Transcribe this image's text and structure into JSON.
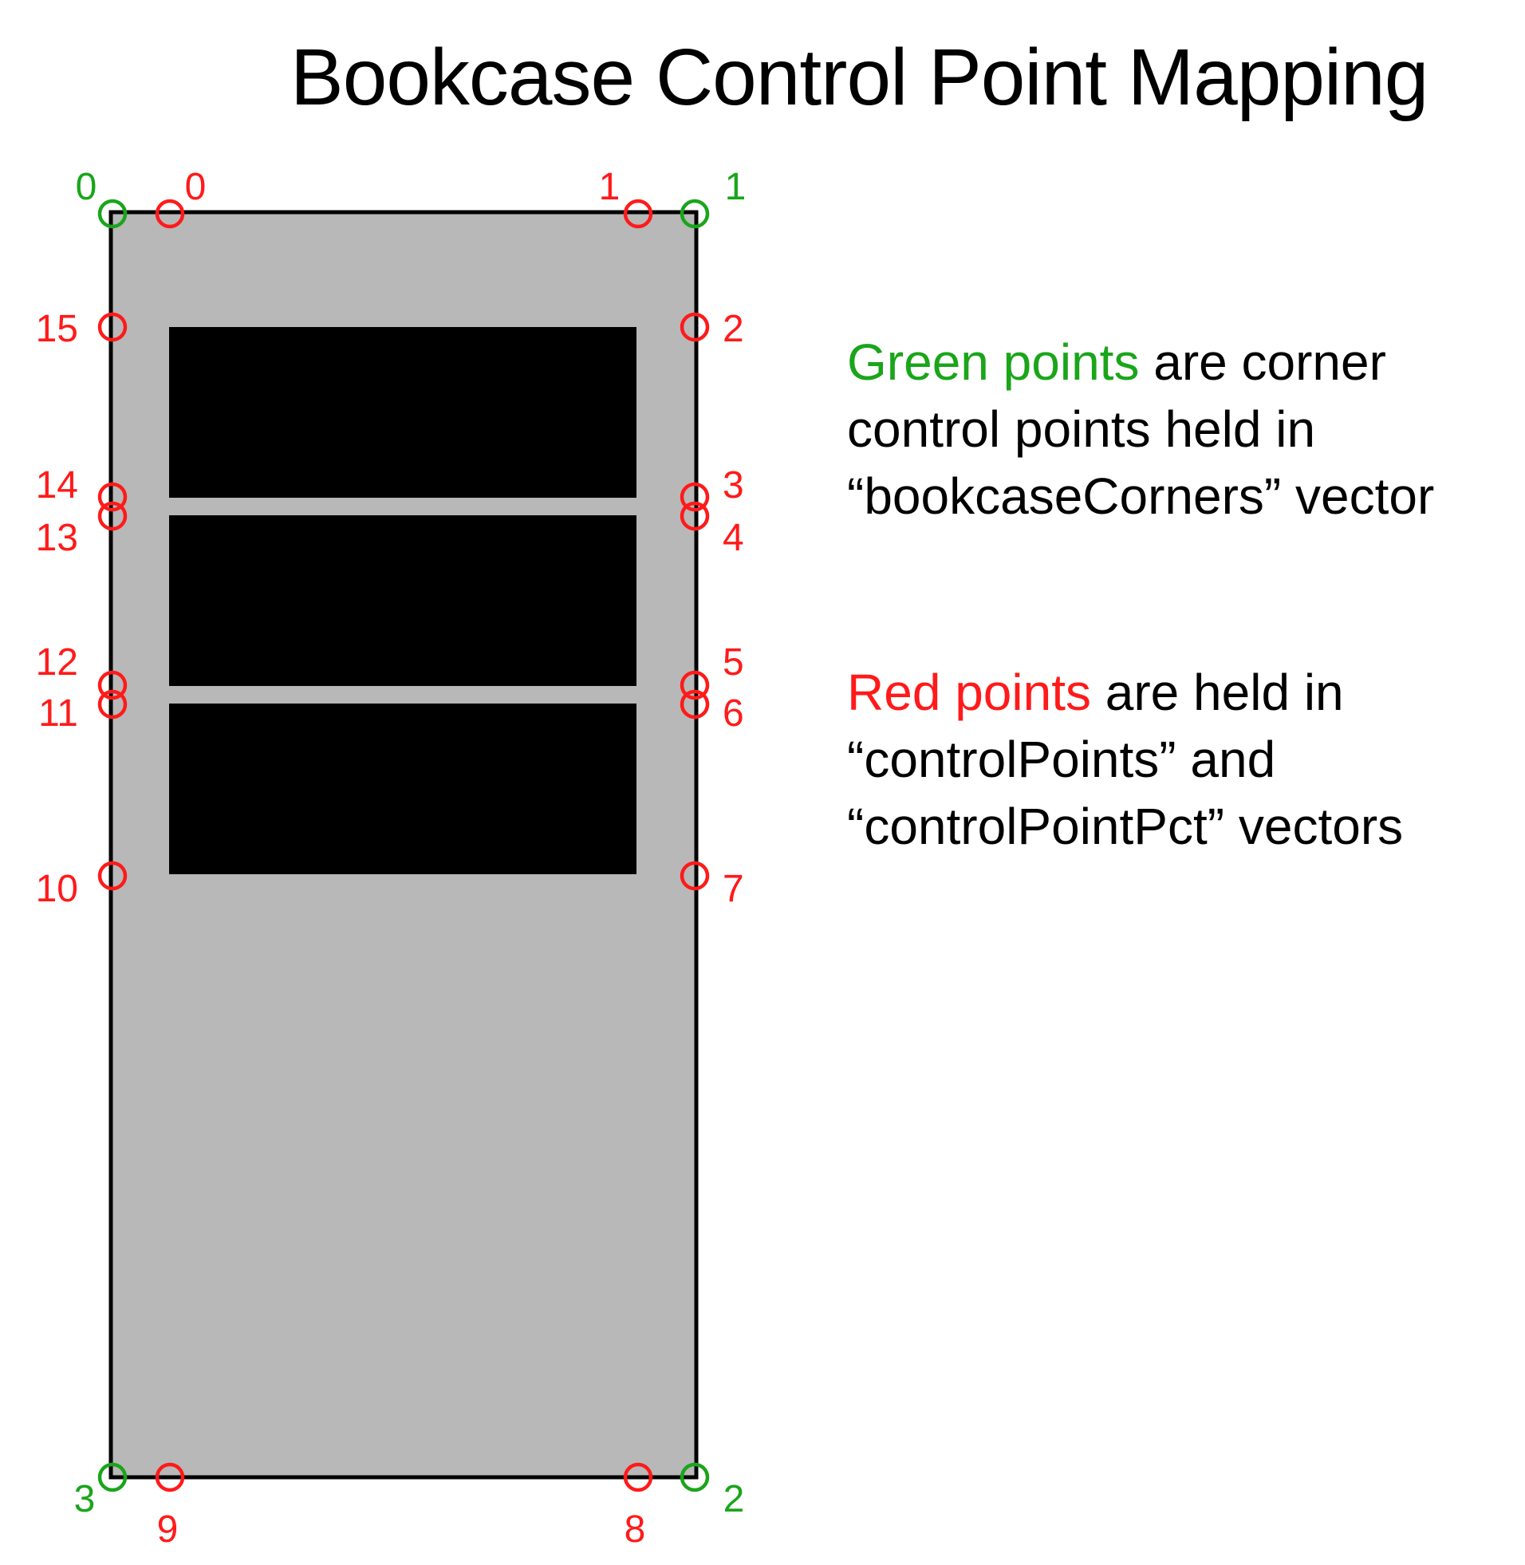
{
  "title": "Bookcase Control Point Mapping",
  "colors": {
    "green": "#1aa51a",
    "red": "#ff1a1a",
    "bookcase_fill": "#b8b8b8",
    "shelf_fill": "#000000"
  },
  "green_point_labels": [
    "0",
    "1",
    "2",
    "3"
  ],
  "red_point_labels": [
    "0",
    "1",
    "2",
    "3",
    "4",
    "5",
    "6",
    "7",
    "8",
    "9",
    "10",
    "11",
    "12",
    "13",
    "14",
    "15"
  ],
  "legend": {
    "green_highlight": "Green points",
    "green_rest": " are corner control points held in “bookcaseCorners” vector",
    "red_highlight": "Red points",
    "red_rest": " are held in “controlPoints” and “controlPointPct” vectors"
  }
}
